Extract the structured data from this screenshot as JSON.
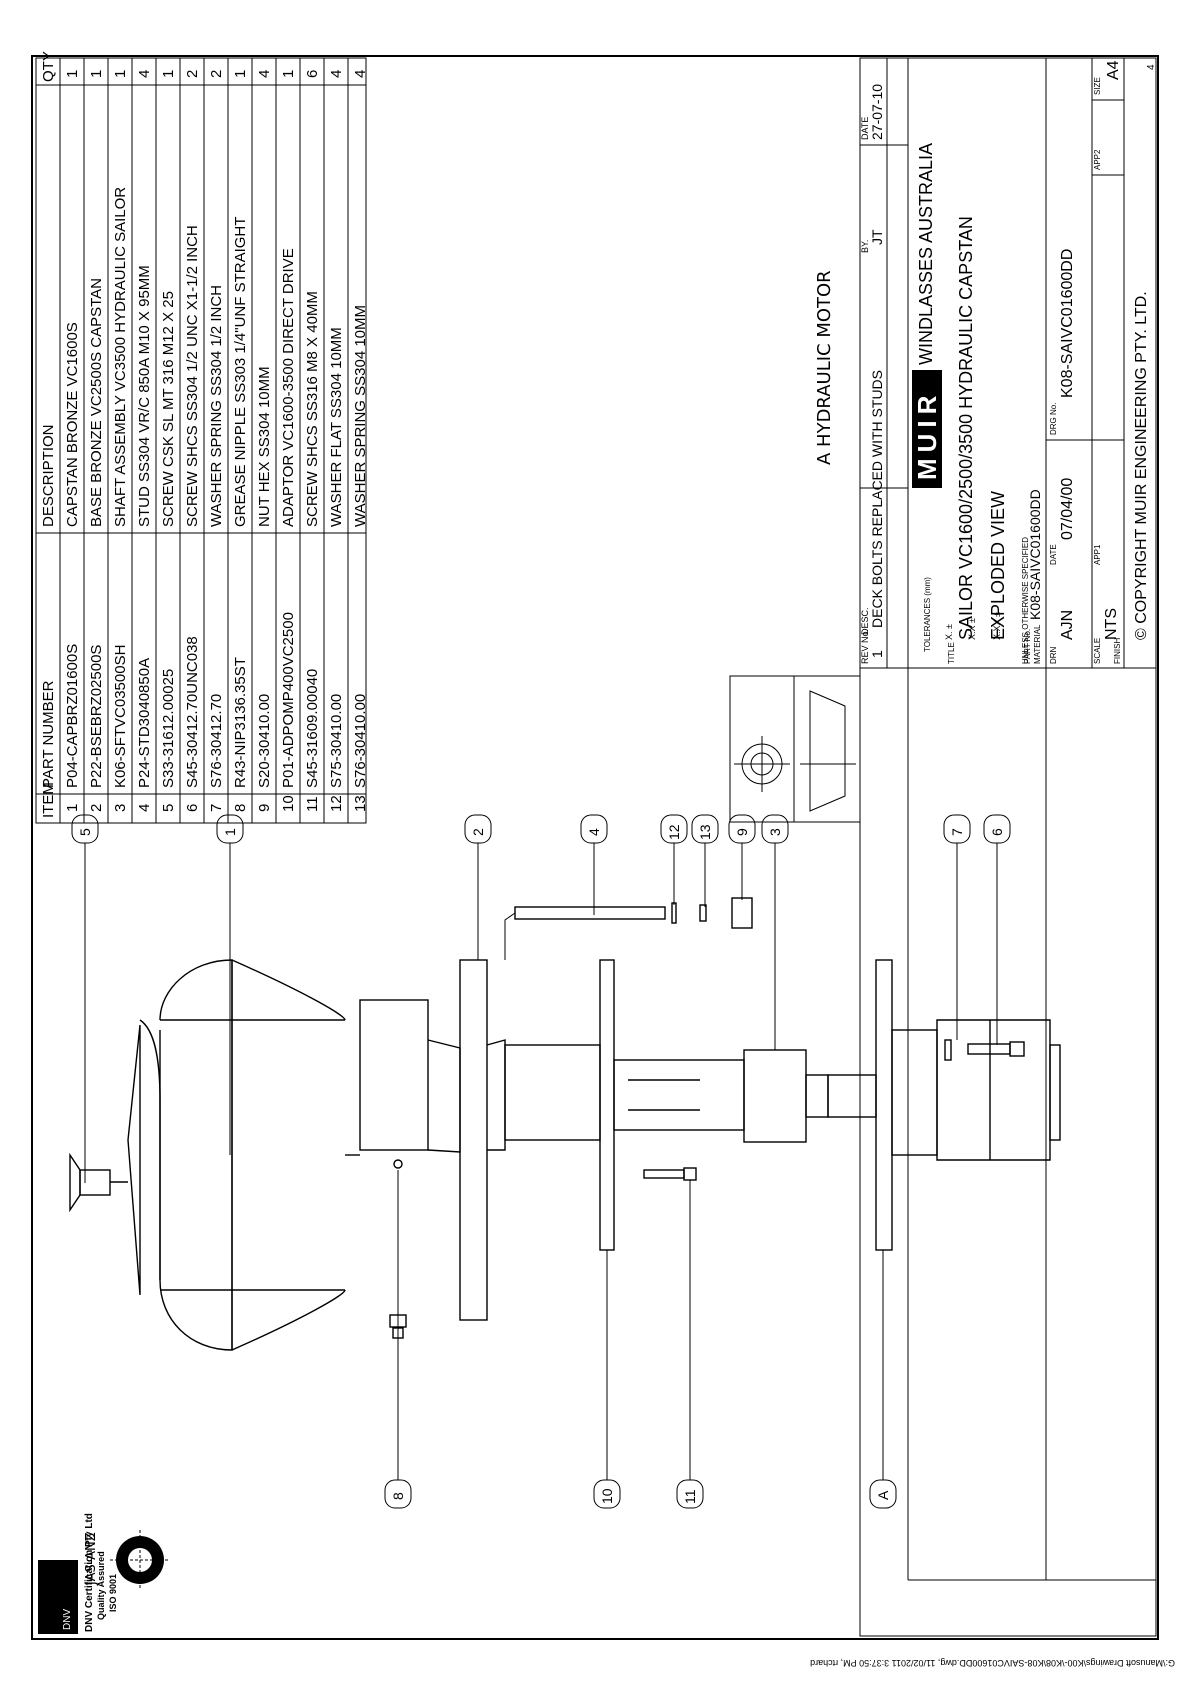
{
  "bom": {
    "headers": {
      "item": "ITEM",
      "part": "PART NUMBER",
      "desc": "DESCRIPTION",
      "qty": "QTY"
    },
    "rows": [
      {
        "item": "1",
        "part": "P04-CAPBRZ01600S",
        "desc": "CAPSTAN BRONZE VC1600S",
        "qty": "1"
      },
      {
        "item": "2",
        "part": "P22-BSEBRZ02500S",
        "desc": "BASE BRONZE VC2500S CAPSTAN",
        "qty": "1"
      },
      {
        "item": "3",
        "part": "K06-SFTVC03500SH",
        "desc": "SHAFT ASSEMBLY VC3500 HYDRAULIC SAILOR",
        "qty": "1"
      },
      {
        "item": "4",
        "part": "P24-STD3040850A",
        "desc": "STUD SS304 VR/C 850A M10 X 95MM",
        "qty": "4"
      },
      {
        "item": "5",
        "part": "S33-31612.00025",
        "desc": "SCREW CSK SL MT 316 M12 X 25",
        "qty": "1"
      },
      {
        "item": "6",
        "part": "S45-30412.70UNC038",
        "desc": "SCREW SHCS SS304 1/2 UNC X1-1/2 INCH",
        "qty": "2"
      },
      {
        "item": "7",
        "part": "S76-30412.70",
        "desc": "WASHER SPRING SS304 1/2 INCH",
        "qty": "2"
      },
      {
        "item": "8",
        "part": "R43-NIP3136.35ST",
        "desc": "GREASE NIPPLE SS303 1/4\"UNF STRAIGHT",
        "qty": "1"
      },
      {
        "item": "9",
        "part": "S20-30410.00",
        "desc": "NUT HEX SS304 10MM",
        "qty": "4"
      },
      {
        "item": "10",
        "part": "P01-ADPOMP400VC2500",
        "desc": "ADAPTOR VC1600-3500 DIRECT DRIVE",
        "qty": "1"
      },
      {
        "item": "11",
        "part": "S45-31609.00040",
        "desc": "SCREW SHCS SS316 M8 X 40MM",
        "qty": "6"
      },
      {
        "item": "12",
        "part": "S75-30410.00",
        "desc": "WASHER FLAT SS304 10MM",
        "qty": "4"
      },
      {
        "item": "13",
        "part": "S76-30410.00",
        "desc": "WASHER SPRING SS304 10MM",
        "qty": "4"
      }
    ]
  },
  "balloons": {
    "b1": "1",
    "b2": "2",
    "b3": "3",
    "b4": "4",
    "b5": "5",
    "b6": "6",
    "b7": "7",
    "b8": "8",
    "b9": "9",
    "b10": "10",
    "b11": "11",
    "b12": "12",
    "b13": "13",
    "bA": "A"
  },
  "note": "A   HYDRAULIC MOTOR",
  "title_block": {
    "rev_label": "REV No.",
    "rev": "1",
    "desc_label": "DESC.",
    "desc": "DECK BOLTS REPLACED WITH STUDS",
    "by_label": "BY.",
    "by": "JT",
    "date_label": "DATE",
    "date": "27-07-10",
    "company": "WINDLASSES AUSTRALIA",
    "logo_text": "MUIR",
    "tolerances": "TOLERANCES (mm)",
    "tol_x": "X.      ±",
    "tol_xx": "X.X     ±",
    "tol_xxx": "X.XX    ±",
    "unless": "UNLESS OTHERWISE SPECIFIED",
    "material_label": "MATERIAL",
    "finish_label": "FINISH",
    "title_label": "TITLE",
    "title1": "SAILOR VC1600/2500/3500 HYDRAULIC CAPSTAN",
    "title2": "EXPLODED VIEW",
    "part_label": "PART No.",
    "part": "K08-SAIVC01600DD",
    "drn_label": "DRN",
    "drn": "AJN",
    "date2_label": "DATE",
    "date2": "07/04/00",
    "drg_label": "DRG No.",
    "drg": "K08-SAIVC01600DD",
    "scale_label": "SCALE",
    "scale": "NTS",
    "app1_label": "APP1",
    "app2_label": "APP2",
    "size_label": "SIZE",
    "size": "A4",
    "copyright": "© COPYRIGHT MUIR ENGINEERING PTY. LTD.",
    "sheet_no": "4"
  },
  "cert": {
    "jas": "JAS-ANZ",
    "dnv": "DNV",
    "line1": "DNV Certification Pty Ltd",
    "line2": "Quality Assured",
    "line3": "ISO 9001"
  },
  "path_text": "G:\\Manusoft Drawings\\K00-\\K08\\K08-SAIVC01600DD.dwg, 11/02/2011 3:37:50 PM, rtchard"
}
